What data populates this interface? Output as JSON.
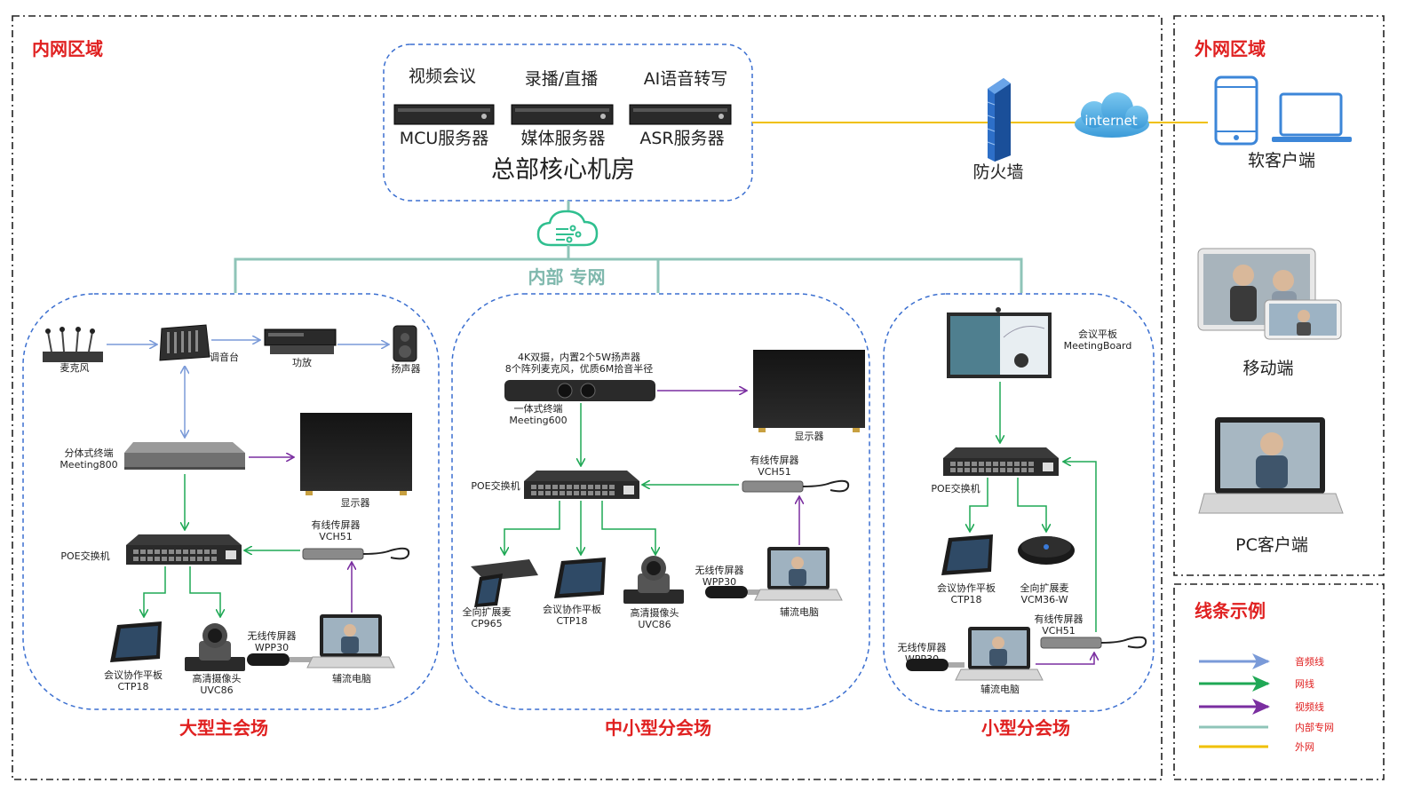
{
  "zones": {
    "intranet_title": "内网区域",
    "extranet_title": "外网区域",
    "legend_title": "线条示例"
  },
  "core": {
    "title": "总部核心机房",
    "servers": [
      {
        "top": "视频会议",
        "bottom": "MCU服务器"
      },
      {
        "top": "录播/直播",
        "bottom": "媒体服务器"
      },
      {
        "top": "AI语音转写",
        "bottom": "ASR服务器"
      }
    ]
  },
  "network": {
    "firewall": "防火墙",
    "internet": "internet",
    "private_net": "内部 专网"
  },
  "external": {
    "soft_client": "软客户端",
    "mobile": "移动端",
    "pc_client": "PC客户端"
  },
  "venue_large": {
    "title": "大型主会场",
    "mic": "麦克风",
    "mixer": "调音台",
    "amp": "功放",
    "speaker": "扬声器",
    "terminal_l1": "分体式终端",
    "terminal_l2": "Meeting800",
    "display": "显示器",
    "poe": "POE交换机",
    "vch_l1": "有线传屏器",
    "vch_l2": "VCH51",
    "ctp_l1": "会议协作平板",
    "ctp_l2": "CTP18",
    "cam_l1": "高清摄像头",
    "cam_l2": "UVC86",
    "wpp_l1": "无线传屏器",
    "wpp_l2": "WPP30",
    "pc": "辅流电脑"
  },
  "venue_medium": {
    "title": "中小型分会场",
    "note_l1": "4K双摄，内置2个5W扬声器",
    "note_l2": "8个阵列麦克风，优质6M拾音半径",
    "terminal_l1": "一体式终端",
    "terminal_l2": "Meeting600",
    "display": "显示器",
    "poe": "POE交换机",
    "vch_l1": "有线传屏器",
    "vch_l2": "VCH51",
    "cp_l1": "全向扩展麦",
    "cp_l2": "CP965",
    "ctp_l1": "会议协作平板",
    "ctp_l2": "CTP18",
    "cam_l1": "高清摄像头",
    "cam_l2": "UVC86",
    "wpp_l1": "无线传屏器",
    "wpp_l2": "WPP30",
    "pc": "辅流电脑"
  },
  "venue_small": {
    "title": "小型分会场",
    "board_l1": "会议平板",
    "board_l2": "MeetingBoard",
    "poe": "POE交换机",
    "ctp_l1": "会议协作平板",
    "ctp_l2": "CTP18",
    "vcm_l1": "全向扩展麦",
    "vcm_l2": "VCM36-W",
    "vch_l1": "有线传屏器",
    "vch_l2": "VCH51",
    "wpp_l1": "无线传屏器",
    "wpp_l2": "WPP30",
    "pc": "辅流电脑"
  },
  "legend": {
    "items": [
      {
        "label": "音频线",
        "color": "#7a9ad8"
      },
      {
        "label": "网线",
        "color": "#1fa855"
      },
      {
        "label": "视频线",
        "color": "#7a2ea0"
      },
      {
        "label": "内部专网",
        "color": "#8fc4b8"
      },
      {
        "label": "外网",
        "color": "#f0c000"
      }
    ]
  },
  "colors": {
    "audio": "#7a9ad8",
    "net": "#1fa855",
    "video": "#7a2ea0",
    "private": "#8fc4b8",
    "internet": "#f0c000",
    "title_red": "#e02020",
    "dashed_blue": "#3b6fd0"
  }
}
